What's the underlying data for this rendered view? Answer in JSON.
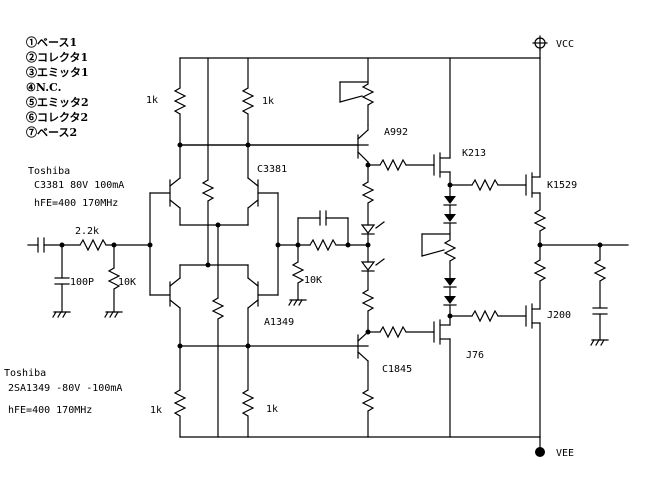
{
  "legend": {
    "pins": [
      "①ベース1",
      "②コレクタ1",
      "③エミッタ1",
      "④N.C.",
      "⑤エミッタ2",
      "⑥コレクタ2",
      "⑦ベース2"
    ]
  },
  "rails": {
    "vcc": "VCC",
    "vee": "VEE"
  },
  "notes": {
    "toshiba_top": "Toshiba",
    "c3381_spec": "C3381  80V  100mA",
    "c3381_hfe": "hFE=400 170MHz",
    "toshiba_bottom": "Toshiba",
    "a1349_spec": "2SA1349  -80V -100mA",
    "a1349_hfe": "hFE=400 170MHz"
  },
  "components": {
    "r_top_left": "1k",
    "r_top_right": "1k",
    "r_bot_left": "1k",
    "r_bot_right": "1k",
    "r_input": "2.2k",
    "c_input_shunt": "100P",
    "r_input_shunt": "10K",
    "r_feedback_shunt": "10K",
    "q_c3381": "C3381",
    "q_a1349": "A1349",
    "q_a992": "A992",
    "q_c1845": "C1845",
    "q_k213": "K213",
    "q_j76": "J76",
    "q_k1529": "K1529",
    "q_j200": "J200"
  }
}
